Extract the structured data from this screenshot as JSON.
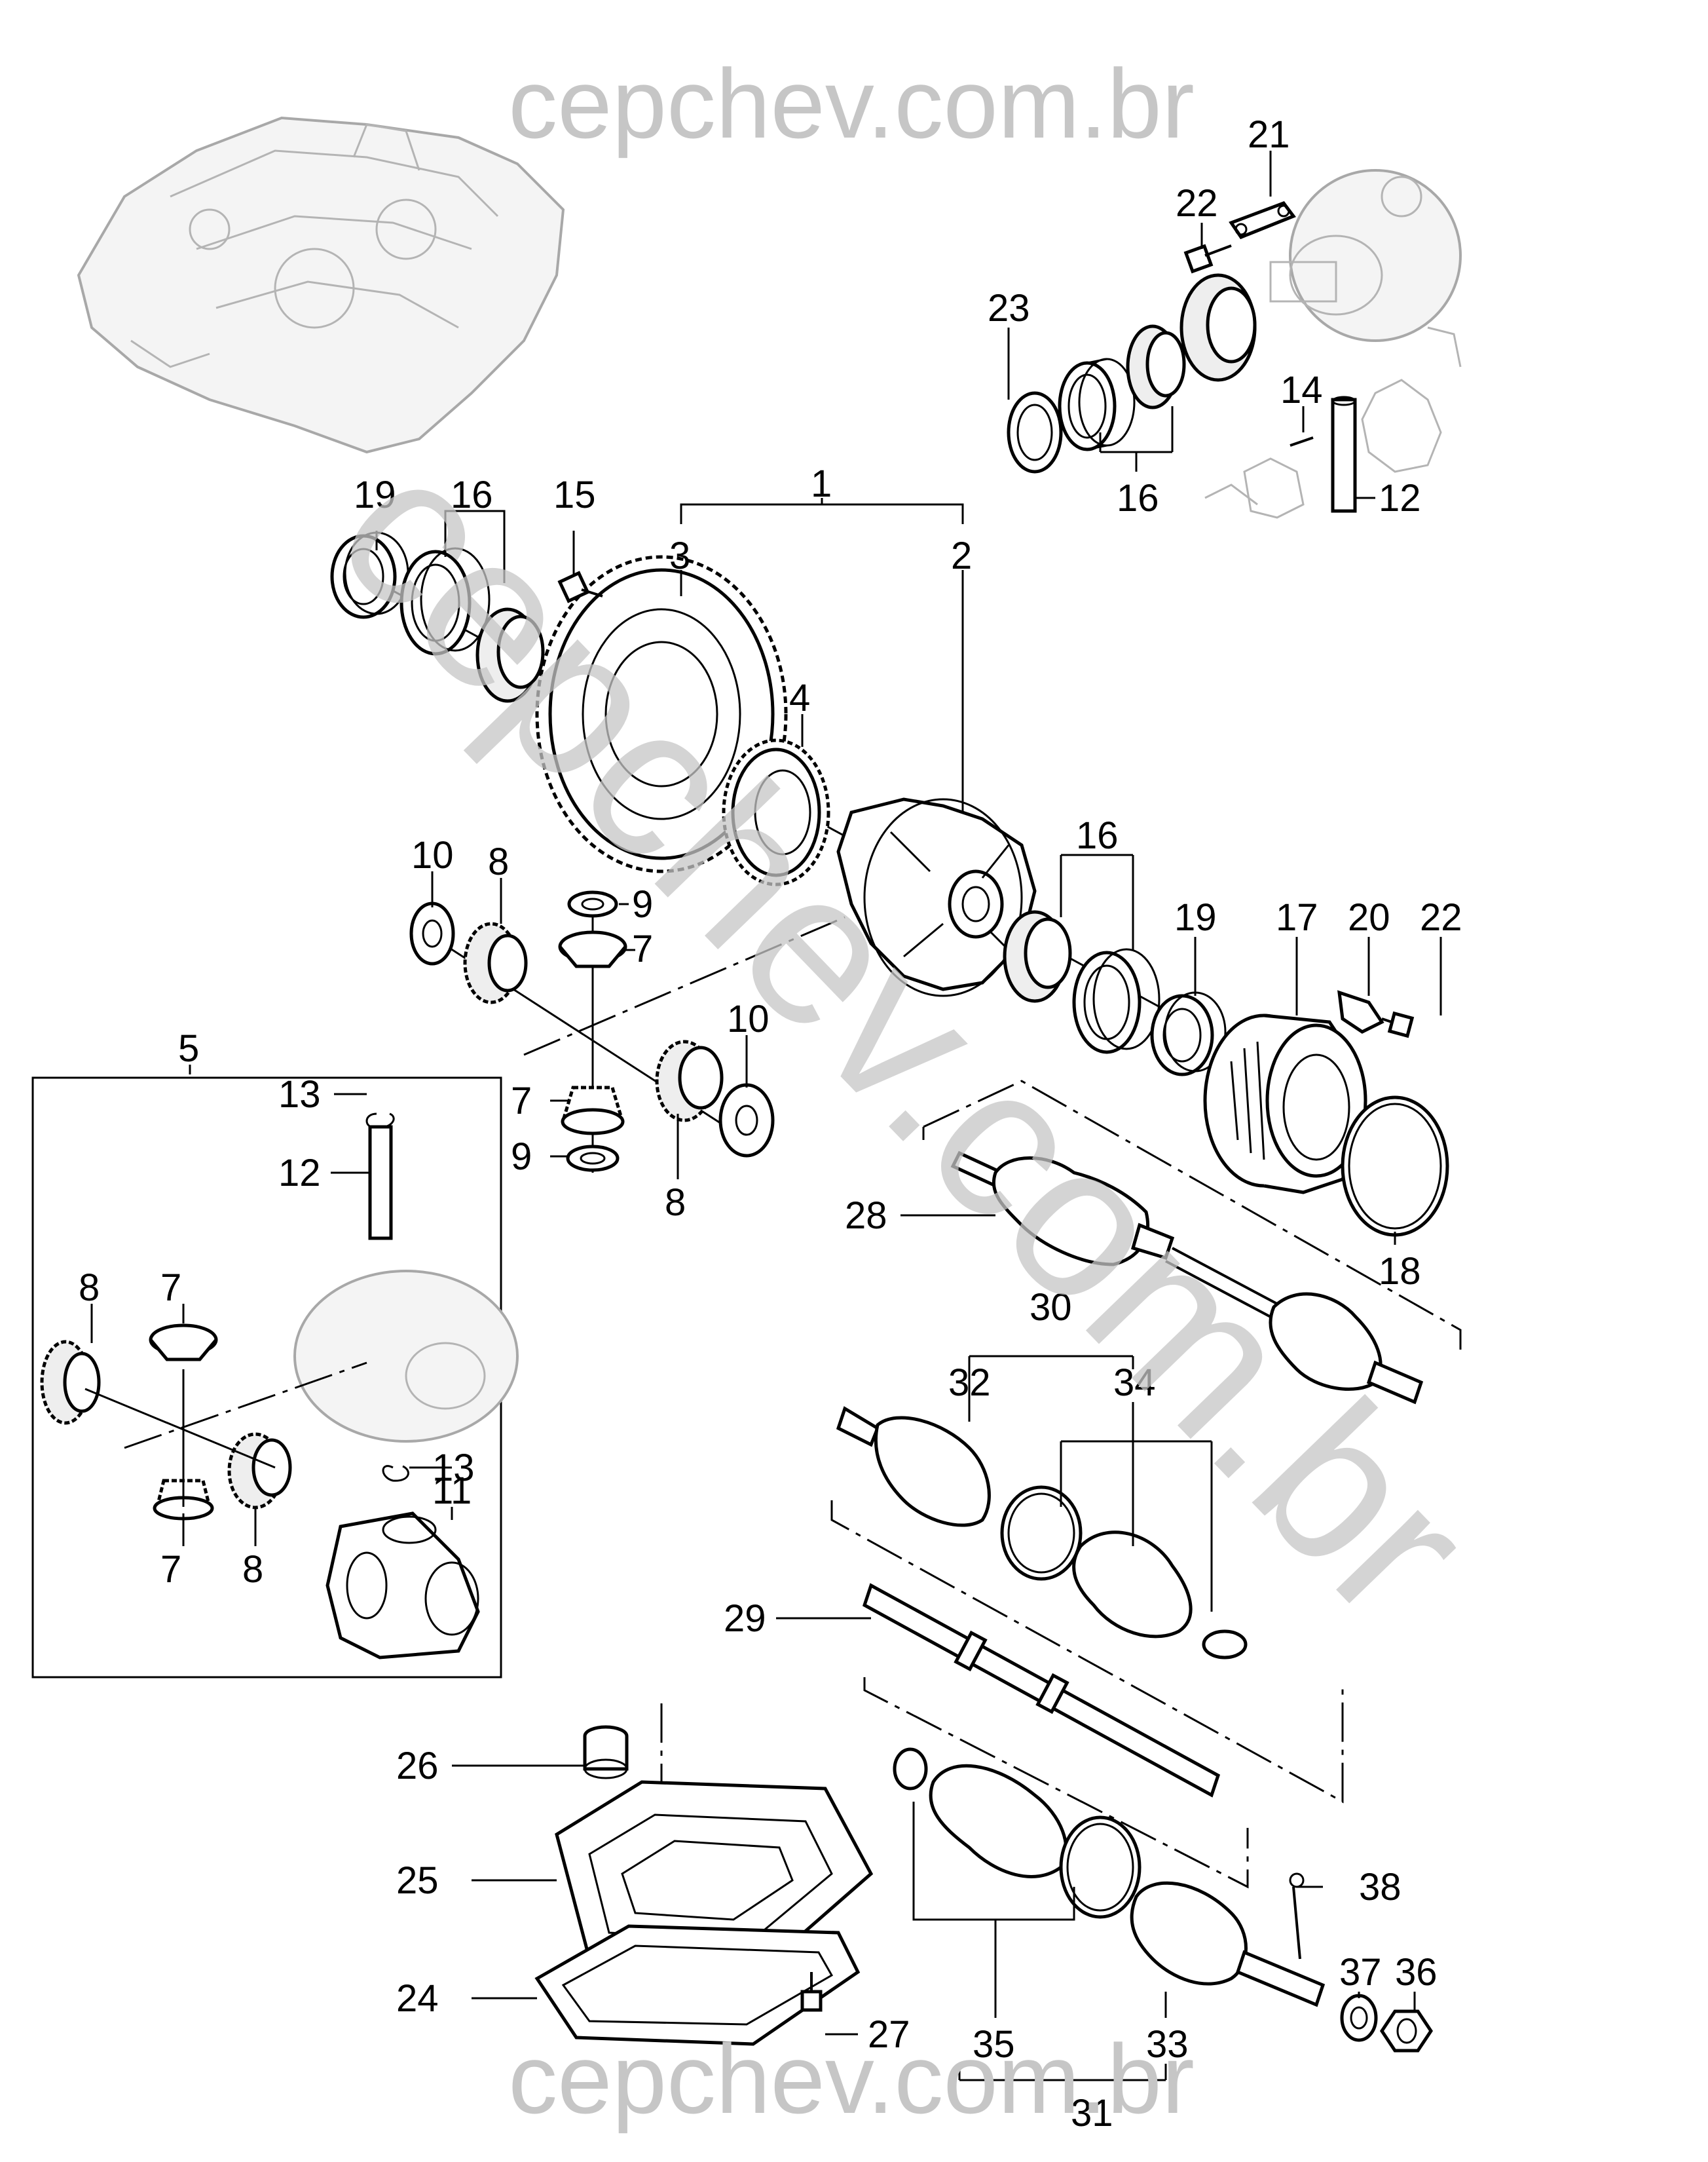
{
  "watermark": {
    "top": "cepchev.com.br",
    "bottom": "cepchev.com.br",
    "diagonal": "cepchev.com.br",
    "color": "#c6c6c6"
  },
  "callouts": [
    {
      "text": "1"
    },
    {
      "text": "2"
    },
    {
      "text": "3"
    },
    {
      "text": "4"
    },
    {
      "text": "5"
    },
    {
      "text": "7"
    },
    {
      "text": "7"
    },
    {
      "text": "7"
    },
    {
      "text": "7"
    },
    {
      "text": "8"
    },
    {
      "text": "8"
    },
    {
      "text": "8"
    },
    {
      "text": "8"
    },
    {
      "text": "9"
    },
    {
      "text": "9"
    },
    {
      "text": "10"
    },
    {
      "text": "10"
    },
    {
      "text": "11"
    },
    {
      "text": "12"
    },
    {
      "text": "12"
    },
    {
      "text": "13"
    },
    {
      "text": "13"
    },
    {
      "text": "14"
    },
    {
      "text": "15"
    },
    {
      "text": "16"
    },
    {
      "text": "16"
    },
    {
      "text": "16"
    },
    {
      "text": "17"
    },
    {
      "text": "18"
    },
    {
      "text": "19"
    },
    {
      "text": "19"
    },
    {
      "text": "20"
    },
    {
      "text": "21"
    },
    {
      "text": "22"
    },
    {
      "text": "22"
    },
    {
      "text": "23"
    },
    {
      "text": "24"
    },
    {
      "text": "25"
    },
    {
      "text": "26"
    },
    {
      "text": "27"
    },
    {
      "text": "28"
    },
    {
      "text": "29"
    },
    {
      "text": "30"
    },
    {
      "text": "31"
    },
    {
      "text": "32"
    },
    {
      "text": "33"
    },
    {
      "text": "34"
    },
    {
      "text": "35"
    },
    {
      "text": "36"
    },
    {
      "text": "37"
    },
    {
      "text": "38"
    }
  ]
}
